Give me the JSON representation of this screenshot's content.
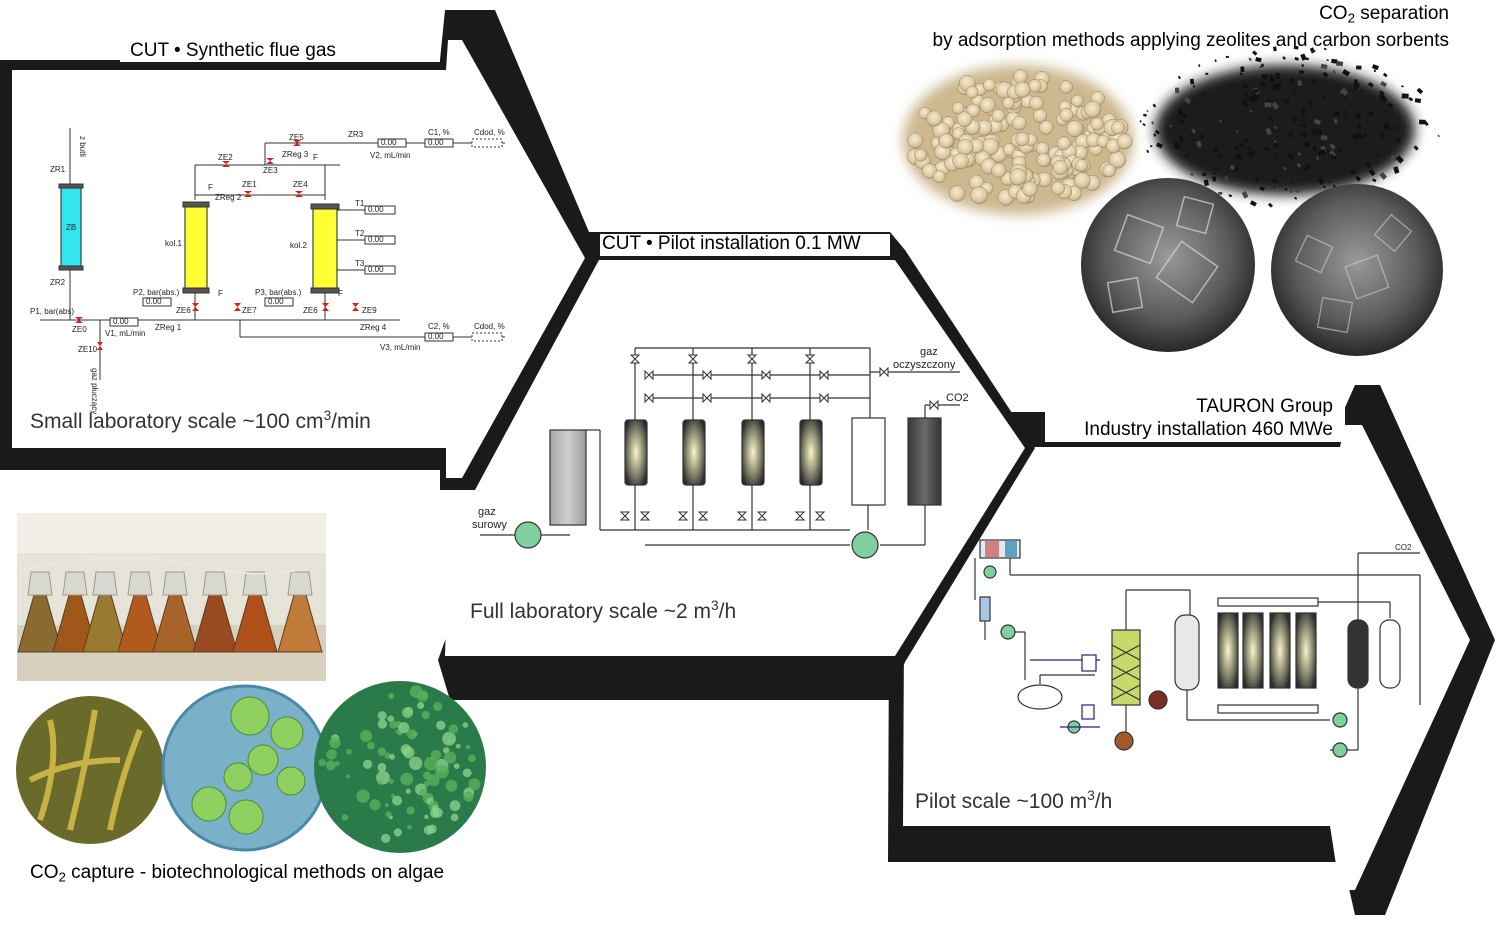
{
  "stages": {
    "small_lab": {
      "header": "CUT • Synthetic flue gas",
      "caption_pre": "Small laboratory scale ~100 cm",
      "caption_sup": "3",
      "caption_post": "/min"
    },
    "full_lab": {
      "header": "CUT • Pilot installation 0.1 MW",
      "caption_pre": "Full laboratory scale ~2 m",
      "caption_sup": "3",
      "caption_post": "/h"
    },
    "pilot": {
      "header_line1": "TAURON Group",
      "header_line2": "Industry installation 460 MWe",
      "caption_pre": "Pilot scale ~100 m",
      "caption_sup": "3",
      "caption_post": "/h"
    }
  },
  "separation": {
    "line1_pre": "CO",
    "line1_sub": "2",
    "line1_post": " separation",
    "line2": "by adsorption methods applying zeolites and carbon sorbents"
  },
  "algae": {
    "caption_pre": "CO",
    "caption_sub": "2",
    "caption_post": " capture - biotechnological methods on algae"
  },
  "schematic_small": {
    "z_butli": "z butli",
    "zr1": "ZR1",
    "zr2": "ZR2",
    "zr3": "ZR3",
    "zb": "ZB",
    "ze0": "ZE0",
    "ze1": "ZE1",
    "ze2": "ZE2",
    "ze3": "ZE3",
    "ze4": "ZE4",
    "ze5": "ZE5",
    "ze6a": "ZE6",
    "ze6b": "ZE6",
    "ze7": "ZE7",
    "ze9": "ZE9",
    "ze10": "ZE10",
    "zreg1": "ZReg 1",
    "zreg2": "ZReg 2",
    "zreg3": "ZReg 3",
    "zreg4": "ZReg 4",
    "kol1": "kol.1",
    "kol2": "kol.2",
    "f": "F",
    "p1": "P1, bar(abs)",
    "p2": "P2, bar(abs.)",
    "p3": "P3, bar(abs.)",
    "v1": "V1, mL/min",
    "v2": "V2, mL/min",
    "v3": "V3, mL/min",
    "c1": "C1, %",
    "c2": "C2, %",
    "cdod": "Cdod, %",
    "t1": "T1",
    "t2": "T2",
    "t3": "T3",
    "reading": "0.00",
    "gaz_pluczacy": "gaz płuczący"
  },
  "schematic_full": {
    "gaz_oczyszczony_1": "gaz",
    "gaz_oczyszczony_2": "oczyszczony",
    "co2": "CO2",
    "gaz_surowy_1": "gaz",
    "gaz_surowy_2": "surowy"
  },
  "schematic_pilot": {
    "co2": "CO2"
  },
  "colors": {
    "arrow_shadow": "#1a1a1a",
    "column_yellow": "#ffff33",
    "column_cyan": "#33e6ee",
    "pump_green": "#7fcf9f",
    "valve_red": "#d62020",
    "pilot_packing": "#c8d86a",
    "pilot_brown": "#7a3020"
  }
}
